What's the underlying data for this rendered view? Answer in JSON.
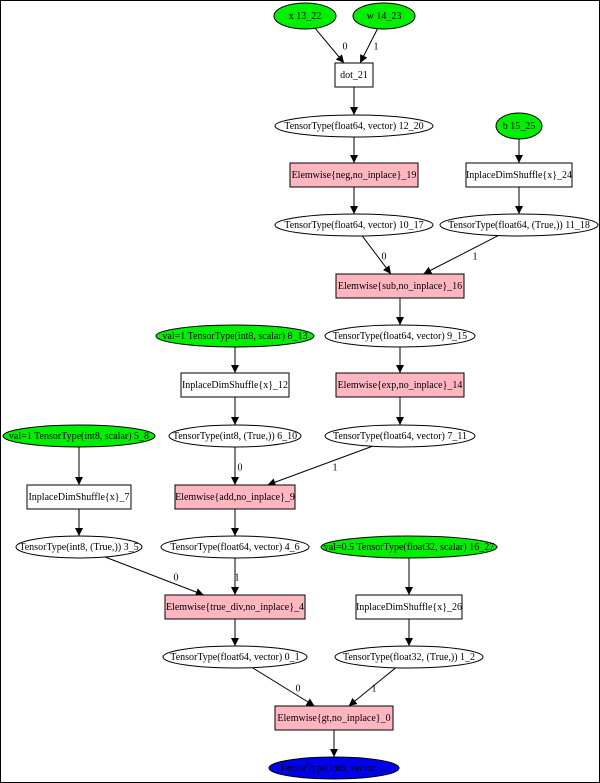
{
  "colors": {
    "input": "#00ee00",
    "apply": "#ffb6c1",
    "box": "#ffffff",
    "tensor": "#ffffff",
    "output": "#0000ee"
  },
  "nodes": [
    {
      "id": "x",
      "label": "x 13_22",
      "kind": "input"
    },
    {
      "id": "w",
      "label": "w 14_23",
      "kind": "input"
    },
    {
      "id": "dot",
      "label": "dot_21",
      "kind": "box"
    },
    {
      "id": "t1220",
      "label": "TensorType(float64, vector) 12_20",
      "kind": "tensor"
    },
    {
      "id": "b",
      "label": "b 15_25",
      "kind": "input"
    },
    {
      "id": "neg",
      "label": "Elemwise{neg,no_inplace}_19",
      "kind": "apply"
    },
    {
      "id": "ds24",
      "label": "InplaceDimShuffle{x}_24",
      "kind": "box"
    },
    {
      "id": "t1017",
      "label": "TensorType(float64, vector) 10_17",
      "kind": "tensor"
    },
    {
      "id": "t1118",
      "label": "TensorType(float64, (True,)) 11_18",
      "kind": "tensor"
    },
    {
      "id": "sub",
      "label": "Elemwise{sub,no_inplace}_16",
      "kind": "apply"
    },
    {
      "id": "val813",
      "label": "val=1 TensorType(int8, scalar) 8_13",
      "kind": "input"
    },
    {
      "id": "t915",
      "label": "TensorType(float64, vector) 9_15",
      "kind": "tensor"
    },
    {
      "id": "ds12",
      "label": "InplaceDimShuffle{x}_12",
      "kind": "box"
    },
    {
      "id": "exp",
      "label": "Elemwise{exp,no_inplace}_14",
      "kind": "apply"
    },
    {
      "id": "t610",
      "label": "TensorType(int8, (True,)) 6_10",
      "kind": "tensor"
    },
    {
      "id": "t711",
      "label": "TensorType(float64, vector) 7_11",
      "kind": "tensor"
    },
    {
      "id": "val58",
      "label": "val=1 TensorType(int8, scalar) 5_8",
      "kind": "input"
    },
    {
      "id": "add",
      "label": "Elemwise{add,no_inplace}_9",
      "kind": "apply"
    },
    {
      "id": "ds7",
      "label": "InplaceDimShuffle{x}_7",
      "kind": "box"
    },
    {
      "id": "t35",
      "label": "TensorType(int8, (True,)) 3_5",
      "kind": "tensor"
    },
    {
      "id": "t46",
      "label": "TensorType(float64, vector) 4_6",
      "kind": "tensor"
    },
    {
      "id": "val1627",
      "label": "val=0.5 TensorType(float32, scalar) 16_27",
      "kind": "input"
    },
    {
      "id": "truediv",
      "label": "Elemwise{true_div,no_inplace}_4",
      "kind": "apply"
    },
    {
      "id": "ds26",
      "label": "InplaceDimShuffle{x}_26",
      "kind": "box"
    },
    {
      "id": "t01",
      "label": "TensorType(float64, vector) 0_1",
      "kind": "tensor"
    },
    {
      "id": "t12",
      "label": "TensorType(float32, (True,)) 1_2",
      "kind": "tensor"
    },
    {
      "id": "gt",
      "label": "Elemwise{gt,no_inplace}_0",
      "kind": "apply"
    },
    {
      "id": "out",
      "label": "TensorType(int8, vector) ...",
      "kind": "output"
    }
  ],
  "edges": [
    {
      "from": "x",
      "to": "dot",
      "label": "0"
    },
    {
      "from": "w",
      "to": "dot",
      "label": "1"
    },
    {
      "from": "dot",
      "to": "t1220",
      "label": ""
    },
    {
      "from": "t1220",
      "to": "neg",
      "label": ""
    },
    {
      "from": "b",
      "to": "ds24",
      "label": ""
    },
    {
      "from": "neg",
      "to": "t1017",
      "label": ""
    },
    {
      "from": "ds24",
      "to": "t1118",
      "label": ""
    },
    {
      "from": "t1017",
      "to": "sub",
      "label": "0"
    },
    {
      "from": "t1118",
      "to": "sub",
      "label": "1"
    },
    {
      "from": "sub",
      "to": "t915",
      "label": ""
    },
    {
      "from": "val813",
      "to": "ds12",
      "label": ""
    },
    {
      "from": "t915",
      "to": "exp",
      "label": ""
    },
    {
      "from": "ds12",
      "to": "t610",
      "label": ""
    },
    {
      "from": "exp",
      "to": "t711",
      "label": ""
    },
    {
      "from": "t610",
      "to": "add",
      "label": "0"
    },
    {
      "from": "t711",
      "to": "add",
      "label": "1"
    },
    {
      "from": "val58",
      "to": "ds7",
      "label": ""
    },
    {
      "from": "add",
      "to": "t46",
      "label": ""
    },
    {
      "from": "ds7",
      "to": "t35",
      "label": ""
    },
    {
      "from": "t35",
      "to": "truediv",
      "label": "0"
    },
    {
      "from": "t46",
      "to": "truediv",
      "label": "1"
    },
    {
      "from": "val1627",
      "to": "ds26",
      "label": ""
    },
    {
      "from": "truediv",
      "to": "t01",
      "label": ""
    },
    {
      "from": "ds26",
      "to": "t12",
      "label": ""
    },
    {
      "from": "t01",
      "to": "gt",
      "label": "0"
    },
    {
      "from": "t12",
      "to": "gt",
      "label": "1"
    },
    {
      "from": "gt",
      "to": "out",
      "label": ""
    }
  ]
}
